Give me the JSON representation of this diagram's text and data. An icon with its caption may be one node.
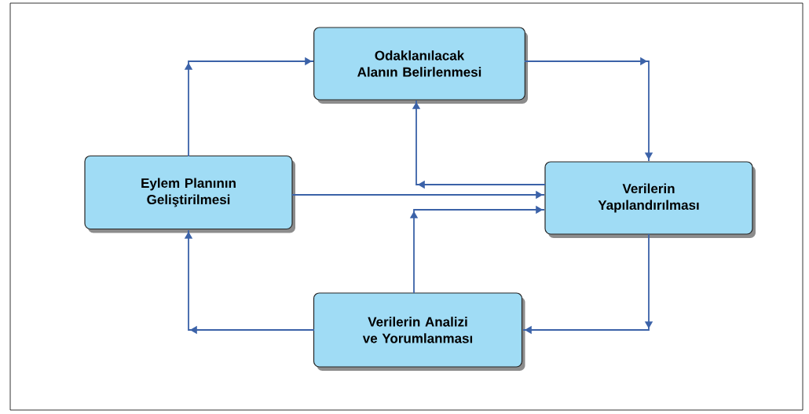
{
  "diagram": {
    "nodes": [
      {
        "text": [
          "Eylem Planının Geliştirilmesi"
        ]
      },
      {
        "text": [
          "Odaklanılacak Alanın Belirlenmesi"
        ]
      },
      {
        "text": [
          "Verilerin Yapılandırılması"
        ]
      },
      {
        "text": [
          "Verilerin Analizi ve Yorumlanması"
        ]
      }
    ],
    "edges": [
      {
        "from": 0,
        "to": 1,
        "arrow": "to"
      },
      {
        "from": 1,
        "to": 2,
        "arrow": "to"
      },
      {
        "from": 2,
        "to": 3,
        "arrow": "to"
      },
      {
        "from": 3,
        "to": 0,
        "arrow": "to"
      },
      {
        "from": 0,
        "to": 2,
        "arrow": "to"
      },
      {
        "from": 2,
        "to": 1,
        "arrow": "to"
      },
      {
        "from": 3,
        "to": 2,
        "arrow": "to"
      }
    ]
  }
}
